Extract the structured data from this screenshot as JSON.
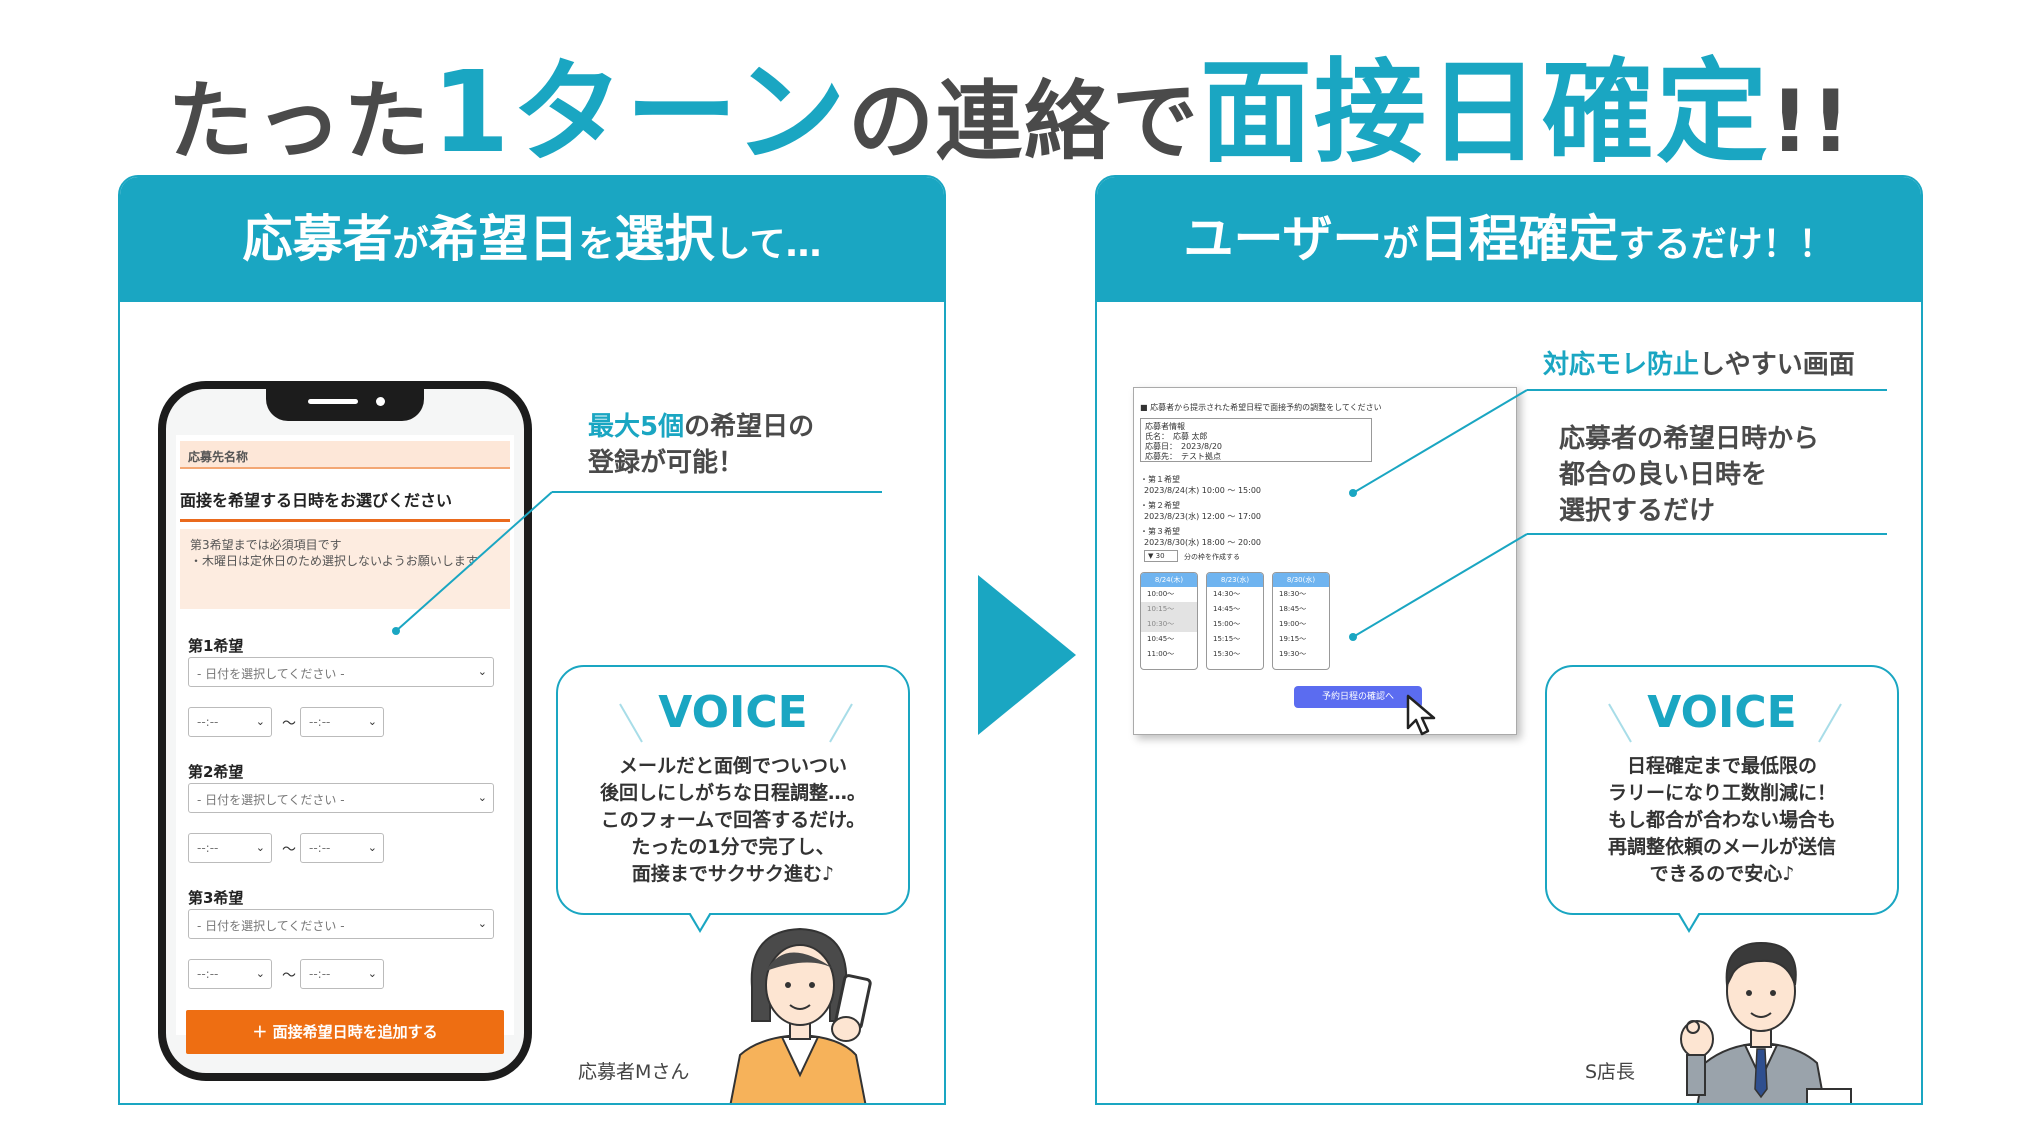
{
  "headline": {
    "part1": "たった",
    "part2": "1ターン",
    "part3": "の連絡で",
    "part4": "面接日確定",
    "part5": "!!"
  },
  "left_panel": {
    "header": {
      "w1": "応募者",
      "w2": "が",
      "w3": "希望日",
      "w4": "を",
      "w5": "選択",
      "w6": "して…"
    },
    "phone": {
      "target_label": "応募先名称",
      "form_title": "面接を希望する日時をお選びください",
      "note_line1": "第3希望までは必須項目です",
      "note_line2": "・木曜日は定休日のため選択しないようお願いします",
      "choices": [
        {
          "label": "第1希望",
          "date_placeholder": "- 日付を選択してください -",
          "time_from": "--:--",
          "time_to": "--:--"
        },
        {
          "label": "第2希望",
          "date_placeholder": "- 日付を選択してください -",
          "time_from": "--:--",
          "time_to": "--:--"
        },
        {
          "label": "第3希望",
          "date_placeholder": "- 日付を選択してください -",
          "time_from": "--:--",
          "time_to": "--:--"
        }
      ],
      "tilde": "〜",
      "add_button": "＋ 面接希望日時を追加する"
    },
    "callout": {
      "hl": "最大5個",
      "rest1": "の希望日の",
      "line2": "登録が可能！"
    },
    "voice": {
      "title": "VOICE",
      "lines": [
        "メールだと面倒でついつい",
        "後回しにしがちな日程調整…。",
        "このフォームで回答するだけ。",
        "たったの1分で完了し、",
        "面接までサクサク進む♪"
      ]
    },
    "person_caption": "応募者Mさん"
  },
  "right_panel": {
    "header": {
      "w1": "ユーザー",
      "w2": "が",
      "w3": "日程確定",
      "w4": "するだけ！！"
    },
    "callout1": {
      "hl": "対応モレ防止",
      "rest": "しやすい画面"
    },
    "callout2": {
      "lines": [
        "応募者の希望日時から",
        "都合の良い日時を",
        "選択するだけ"
      ]
    },
    "screenshot": {
      "heading": "■ 応募者から提示された希望日程で面接予約の調整をしてください",
      "box_title": "応募者情報",
      "box_name": "氏名：　応募 太郎",
      "box_date": "応募日：　2023/8/20",
      "box_target": "応募先：　テスト拠点",
      "pref1_label": "・第１希望",
      "pref1_value": "2023/8/24(木) 10:00 ～ 15:00",
      "pref2_label": "・第２希望",
      "pref2_value": "2023/8/23(水) 12:00 ～ 17:00",
      "pref3_label": "・第３希望",
      "pref3_value": "2023/8/30(水) 18:00 ～ 20:00",
      "duration_value": "30",
      "duration_text": "分の枠を作成する",
      "columns": [
        {
          "header": "8/24(木)",
          "items": [
            "10:00〜",
            "10:15〜",
            "10:30〜",
            "10:45〜",
            "11:00〜"
          ]
        },
        {
          "header": "8/23(水)",
          "items": [
            "14:30〜",
            "14:45〜",
            "15:00〜",
            "15:15〜",
            "15:30〜"
          ]
        },
        {
          "header": "8/30(水)",
          "items": [
            "18:30〜",
            "18:45〜",
            "19:00〜",
            "19:15〜",
            "19:30〜"
          ]
        }
      ],
      "confirm_button": "予約日程の確認へ"
    },
    "voice": {
      "title": "VOICE",
      "lines": [
        "日程確定まで最低限の",
        "ラリーになり工数削減に！",
        "もし都合が合わない場合も",
        "再調整依頼のメールが送信",
        "できるので安心♪"
      ]
    },
    "person_caption": "S店長"
  },
  "colors": {
    "accent": "#1aa6c2",
    "text_dark": "#4a4a4a",
    "orange_button": "#ee6e12",
    "confirm_button": "#5b6cf0"
  }
}
